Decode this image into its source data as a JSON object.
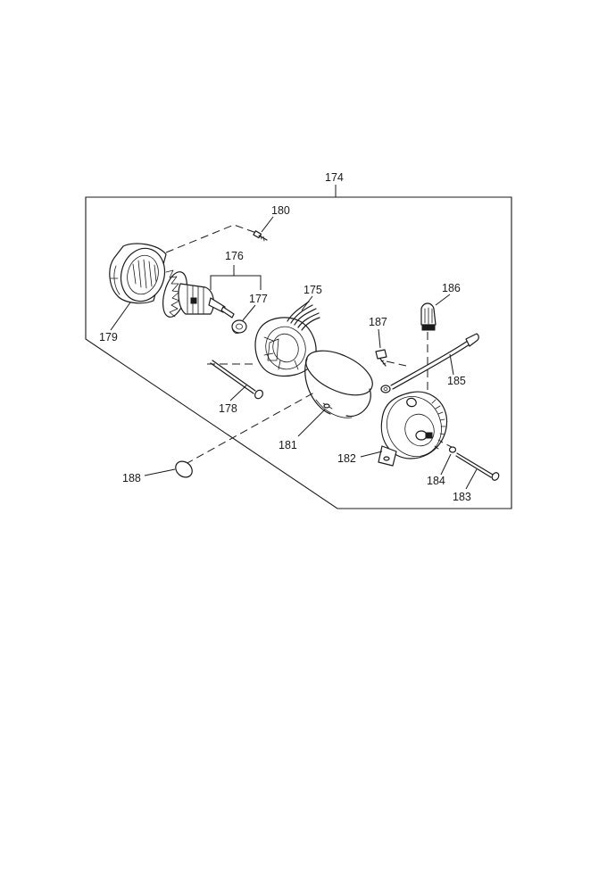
{
  "callouts": {
    "c174": "174",
    "c175": "175",
    "c176": "176",
    "c177": "177",
    "c178": "178",
    "c179": "179",
    "c180": "180",
    "c181": "181",
    "c182": "182",
    "c183": "183",
    "c184": "184",
    "c185": "185",
    "c186": "186",
    "c187": "187",
    "c188": "188"
  },
  "colors": {
    "ink": "#1a1a1a",
    "background": "#ffffff"
  }
}
